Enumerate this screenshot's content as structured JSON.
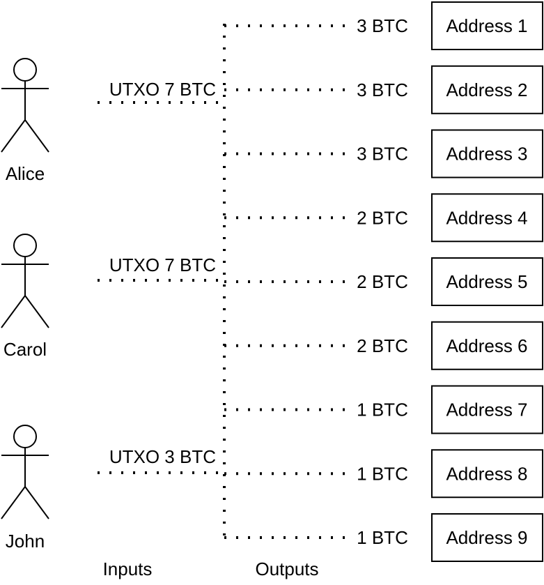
{
  "participants": [
    {
      "name": "Alice",
      "utxo_label": "UTXO 7 BTC",
      "icon": "person-icon"
    },
    {
      "name": "Carol",
      "utxo_label": "UTXO 7 BTC",
      "icon": "person-icon"
    },
    {
      "name": "John",
      "utxo_label": "UTXO 3 BTC",
      "icon": "person-icon"
    }
  ],
  "outputs": [
    {
      "amount": "3 BTC",
      "address": "Address 1"
    },
    {
      "amount": "3 BTC",
      "address": "Address 2"
    },
    {
      "amount": "3 BTC",
      "address": "Address 3"
    },
    {
      "amount": "2 BTC",
      "address": "Address 4"
    },
    {
      "amount": "2 BTC",
      "address": "Address 5"
    },
    {
      "amount": "2 BTC",
      "address": "Address 6"
    },
    {
      "amount": "1 BTC",
      "address": "Address 7"
    },
    {
      "amount": "1 BTC",
      "address": "Address 8"
    },
    {
      "amount": "1 BTC",
      "address": "Address 9"
    }
  ],
  "footer": {
    "inputs_label": "Inputs",
    "outputs_label": "Outputs"
  },
  "colors": {
    "stroke": "#000000",
    "background": "#ffffff"
  }
}
